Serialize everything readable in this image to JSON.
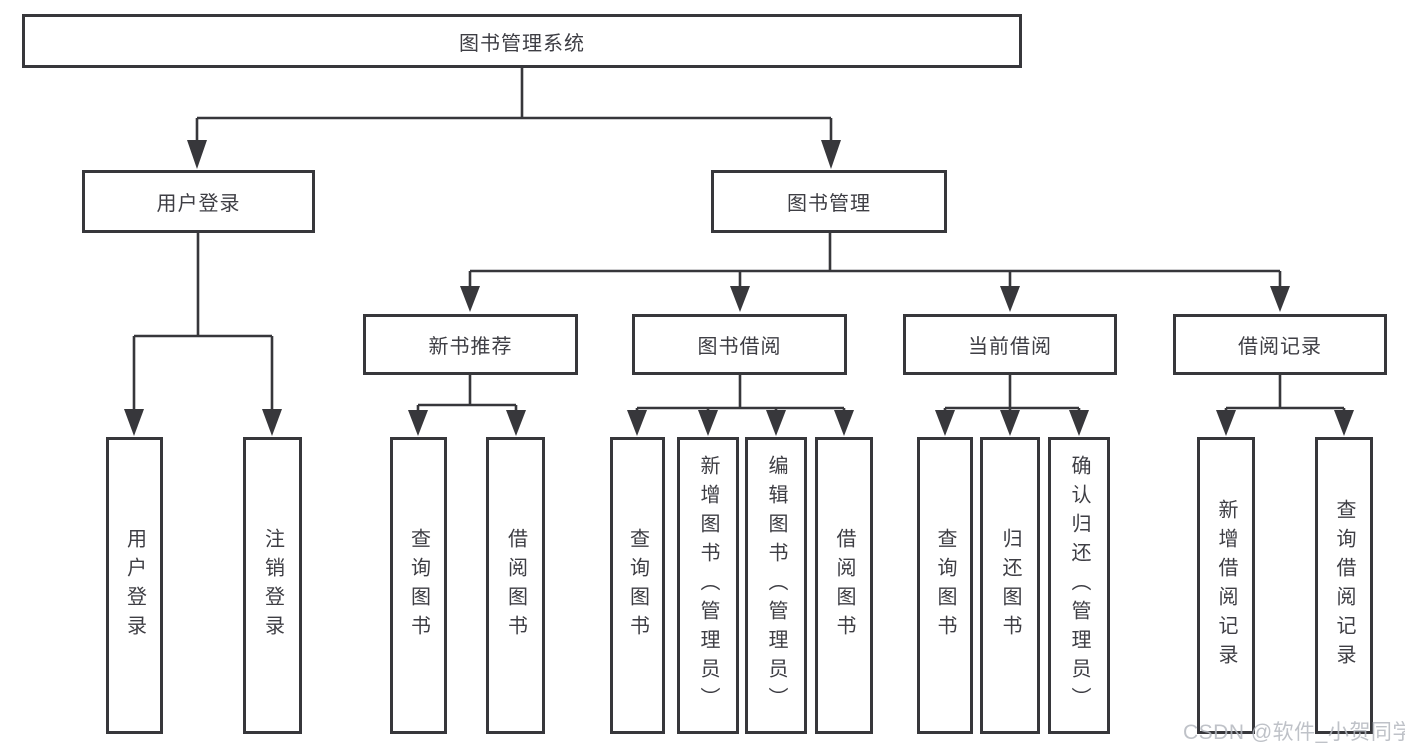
{
  "diagram": {
    "root": {
      "label": "图书管理系统"
    },
    "branches": [
      {
        "label": "用户登录"
      },
      {
        "label": "图书管理"
      }
    ],
    "modules": [
      {
        "label": "新书推荐"
      },
      {
        "label": "图书借阅"
      },
      {
        "label": "当前借阅"
      },
      {
        "label": "借阅记录"
      }
    ],
    "leaves": [
      {
        "label": "用户登录"
      },
      {
        "label": "注销登录"
      },
      {
        "label": "查询图书"
      },
      {
        "label": "借阅图书"
      },
      {
        "label": "查询图书"
      },
      {
        "label": "新增图书（管理员）"
      },
      {
        "label": "编辑图书（管理员）"
      },
      {
        "label": "借阅图书"
      },
      {
        "label": "查询图书"
      },
      {
        "label": "归还图书"
      },
      {
        "label": "确认归还（管理员）"
      },
      {
        "label": "新增借阅记录"
      },
      {
        "label": "查询借阅记录"
      }
    ]
  },
  "watermark": {
    "text": "CSDN @软件_小贺同学"
  },
  "colors": {
    "line": "#37373b",
    "text": "#3e3e44",
    "watermark": "#b4b8bf",
    "background": "#ffffff"
  }
}
